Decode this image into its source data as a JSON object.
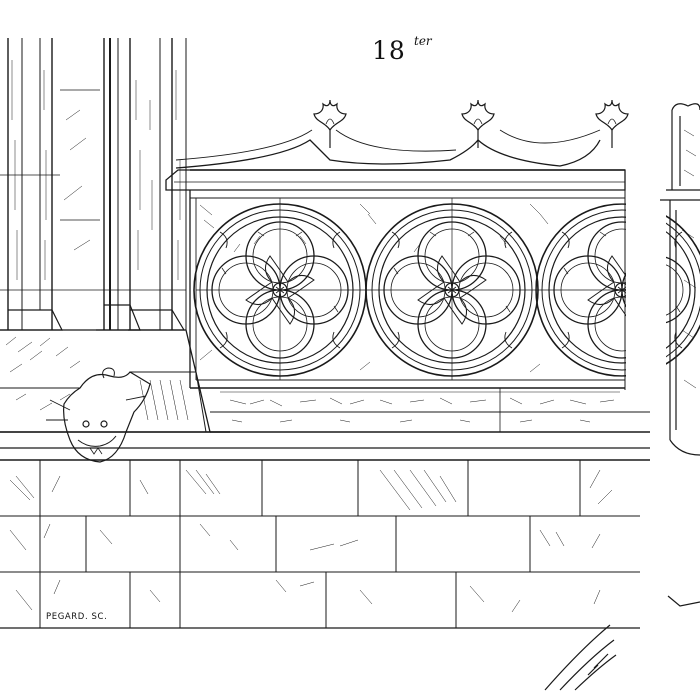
{
  "plate": {
    "number": "18",
    "suffix": "ter"
  },
  "credits": {
    "engraver": "PEGARD. SC."
  },
  "illustration": {
    "subject": "gothic-balustrade-with-quatrefoil-tracery",
    "ink_color": "#1a1a1a",
    "paper_color": "#ffffff"
  }
}
